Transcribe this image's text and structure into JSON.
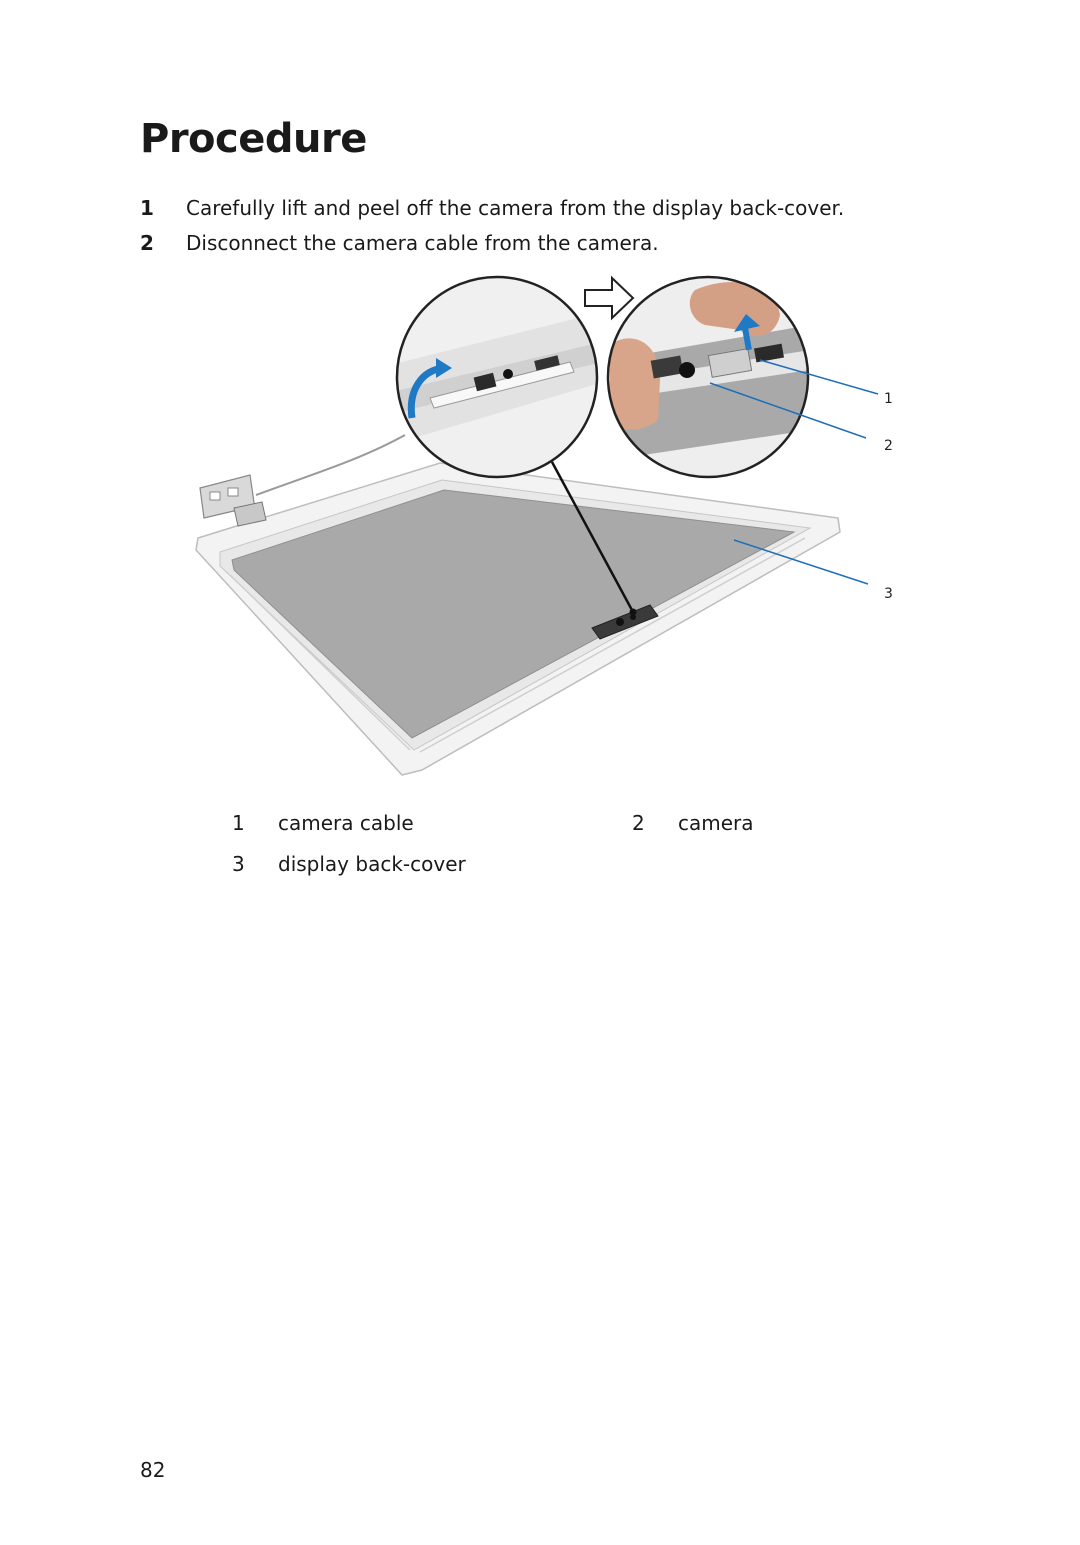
{
  "heading": "Procedure",
  "steps": [
    {
      "number": "1",
      "text": "Carefully lift and peel off the camera from the display back-cover."
    },
    {
      "number": "2",
      "text": "Disconnect the camera cable from the camera."
    }
  ],
  "figure": {
    "callouts": [
      "1",
      "2",
      "3"
    ]
  },
  "legend": [
    {
      "number": "1",
      "label": "camera cable"
    },
    {
      "number": "2",
      "label": "camera"
    },
    {
      "number": "3",
      "label": "display back-cover"
    }
  ],
  "page_number": "82",
  "colors": {
    "callout_line": "#1f6fb8",
    "arrow": "#1f7ac6"
  }
}
